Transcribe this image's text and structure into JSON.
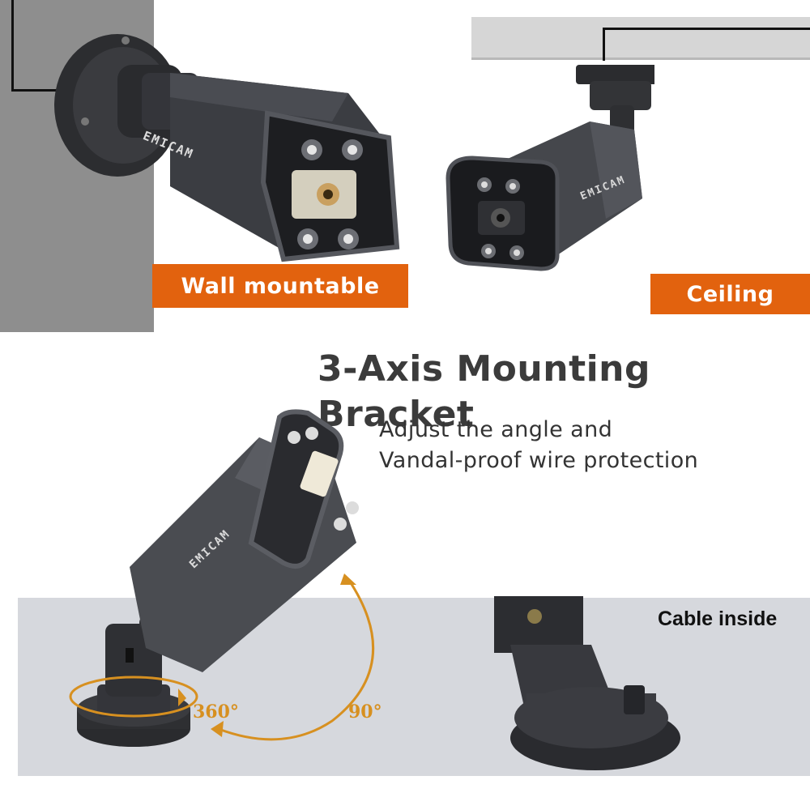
{
  "brand": "EMICAM",
  "labels": {
    "wall": "Wall mountable",
    "ceiling": "Ceiling",
    "cable": "Cable inside"
  },
  "heading": "3-Axis Mounting Bracket",
  "subtitle": {
    "line1": "Adjust the angle and",
    "line2": "Vandal-proof wire protection"
  },
  "rotation": {
    "horizontal": "360°",
    "vertical": "90°"
  },
  "colors": {
    "accent": "#e2620e",
    "arrow": "#d79020",
    "camera": "#3a3c40",
    "wall": "#9a9a9a",
    "ceiling": "#d8d8d8",
    "floor": "#d5d7dc"
  }
}
